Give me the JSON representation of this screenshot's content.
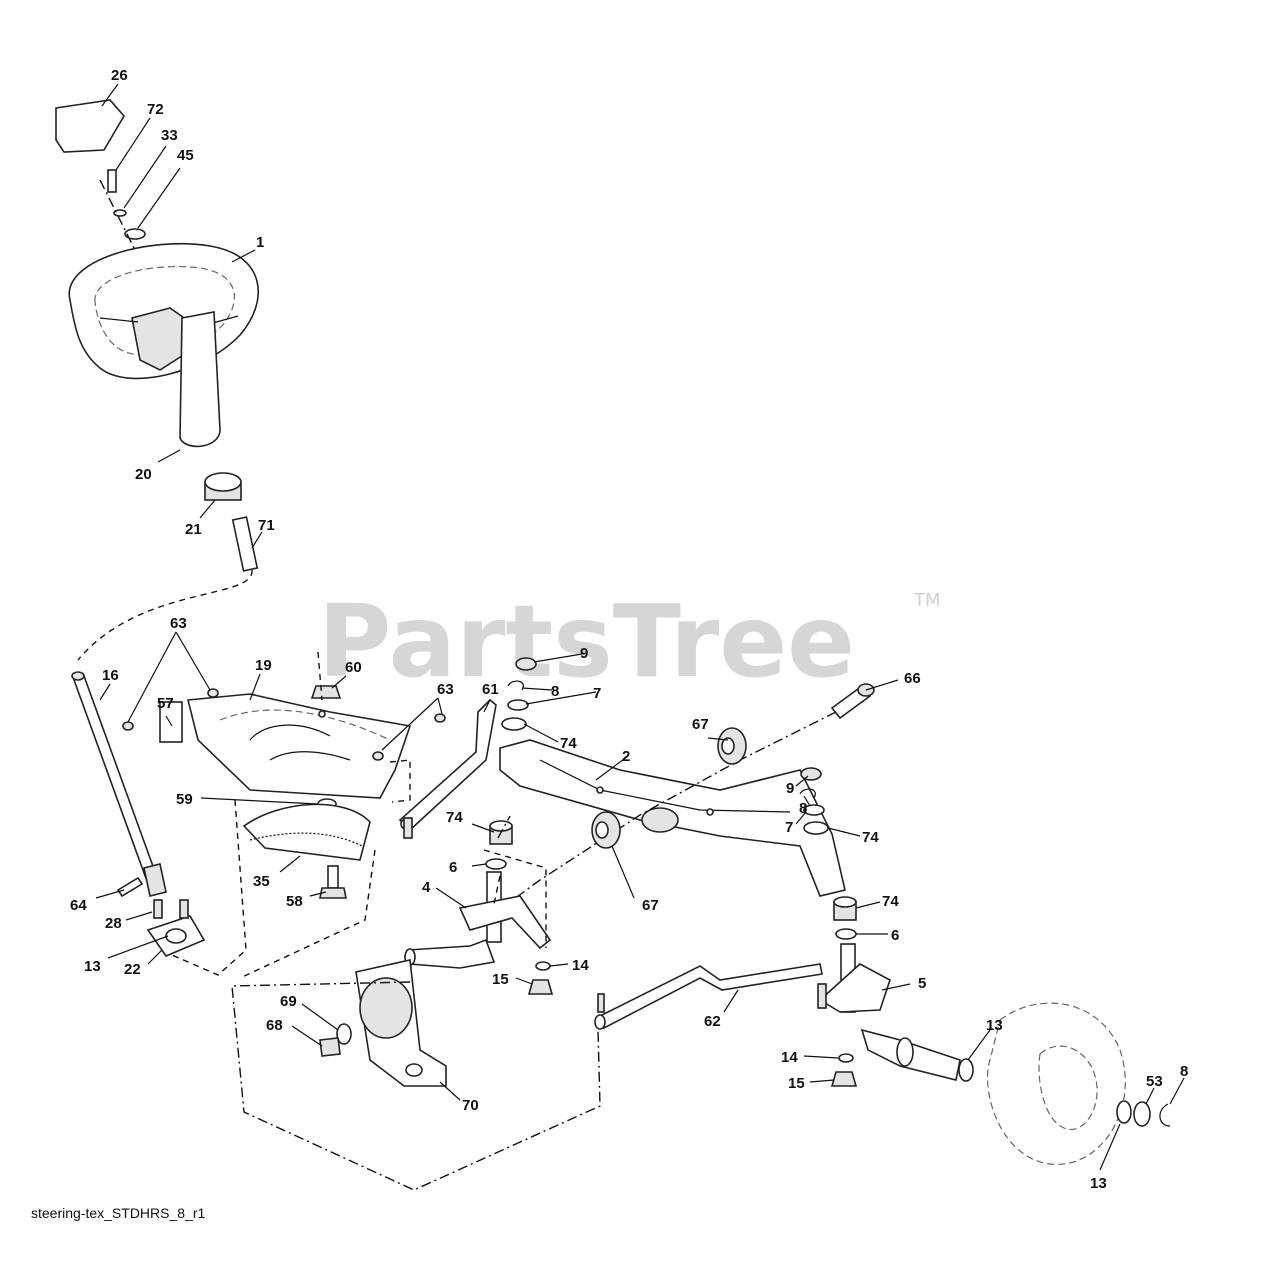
{
  "watermark": {
    "text": "PartsTree",
    "trademark": "TM"
  },
  "caption": "steering-tex_STDHRS_8_r1",
  "callouts": [
    {
      "label": "26"
    },
    {
      "label": "72"
    },
    {
      "label": "33"
    },
    {
      "label": "45"
    },
    {
      "label": "1"
    },
    {
      "label": "20"
    },
    {
      "label": "21"
    },
    {
      "label": "71"
    },
    {
      "label": "16"
    },
    {
      "label": "63"
    },
    {
      "label": "19"
    },
    {
      "label": "60"
    },
    {
      "label": "63"
    },
    {
      "label": "61"
    },
    {
      "label": "57"
    },
    {
      "label": "59"
    },
    {
      "label": "35"
    },
    {
      "label": "58"
    },
    {
      "label": "64"
    },
    {
      "label": "28"
    },
    {
      "label": "13"
    },
    {
      "label": "22"
    },
    {
      "label": "9"
    },
    {
      "label": "8"
    },
    {
      "label": "7"
    },
    {
      "label": "74"
    },
    {
      "label": "66"
    },
    {
      "label": "67"
    },
    {
      "label": "2"
    },
    {
      "label": "9"
    },
    {
      "label": "8"
    },
    {
      "label": "7"
    },
    {
      "label": "74"
    },
    {
      "label": "74"
    },
    {
      "label": "6"
    },
    {
      "label": "4"
    },
    {
      "label": "67"
    },
    {
      "label": "74"
    },
    {
      "label": "6"
    },
    {
      "label": "14"
    },
    {
      "label": "15"
    },
    {
      "label": "5"
    },
    {
      "label": "62"
    },
    {
      "label": "69"
    },
    {
      "label": "68"
    },
    {
      "label": "70"
    },
    {
      "label": "13"
    },
    {
      "label": "14"
    },
    {
      "label": "15"
    },
    {
      "label": "53"
    },
    {
      "label": "8"
    },
    {
      "label": "13"
    }
  ]
}
